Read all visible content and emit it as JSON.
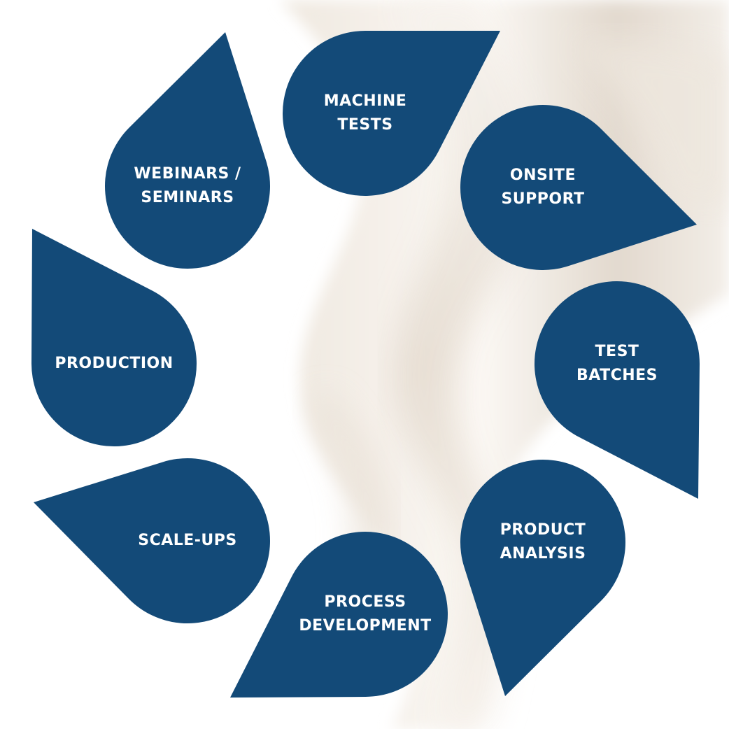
{
  "diagram": {
    "steps": [
      {
        "id": "machine-tests",
        "label": "MACHINE\nTESTS"
      },
      {
        "id": "onsite-support",
        "label": "ONSITE\nSUPPORT"
      },
      {
        "id": "test-batches",
        "label": "TEST\nBATCHES"
      },
      {
        "id": "product-analysis",
        "label": "PRODUCT\nANALYSIS"
      },
      {
        "id": "process-development",
        "label": "PROCESS\nDEVELOPMENT"
      },
      {
        "id": "scale-ups",
        "label": "SCALE-UPS"
      },
      {
        "id": "production",
        "label": "PRODUCTION"
      },
      {
        "id": "webinars-seminars",
        "label": "WEBINARS /\nSEMINARS"
      }
    ]
  },
  "colors": {
    "drop_fill": "#134a78",
    "label_text": "#ffffff",
    "background": "#ffffff",
    "swirl_light": "#f4efe8",
    "swirl_shadow": "#d8cfc4"
  }
}
